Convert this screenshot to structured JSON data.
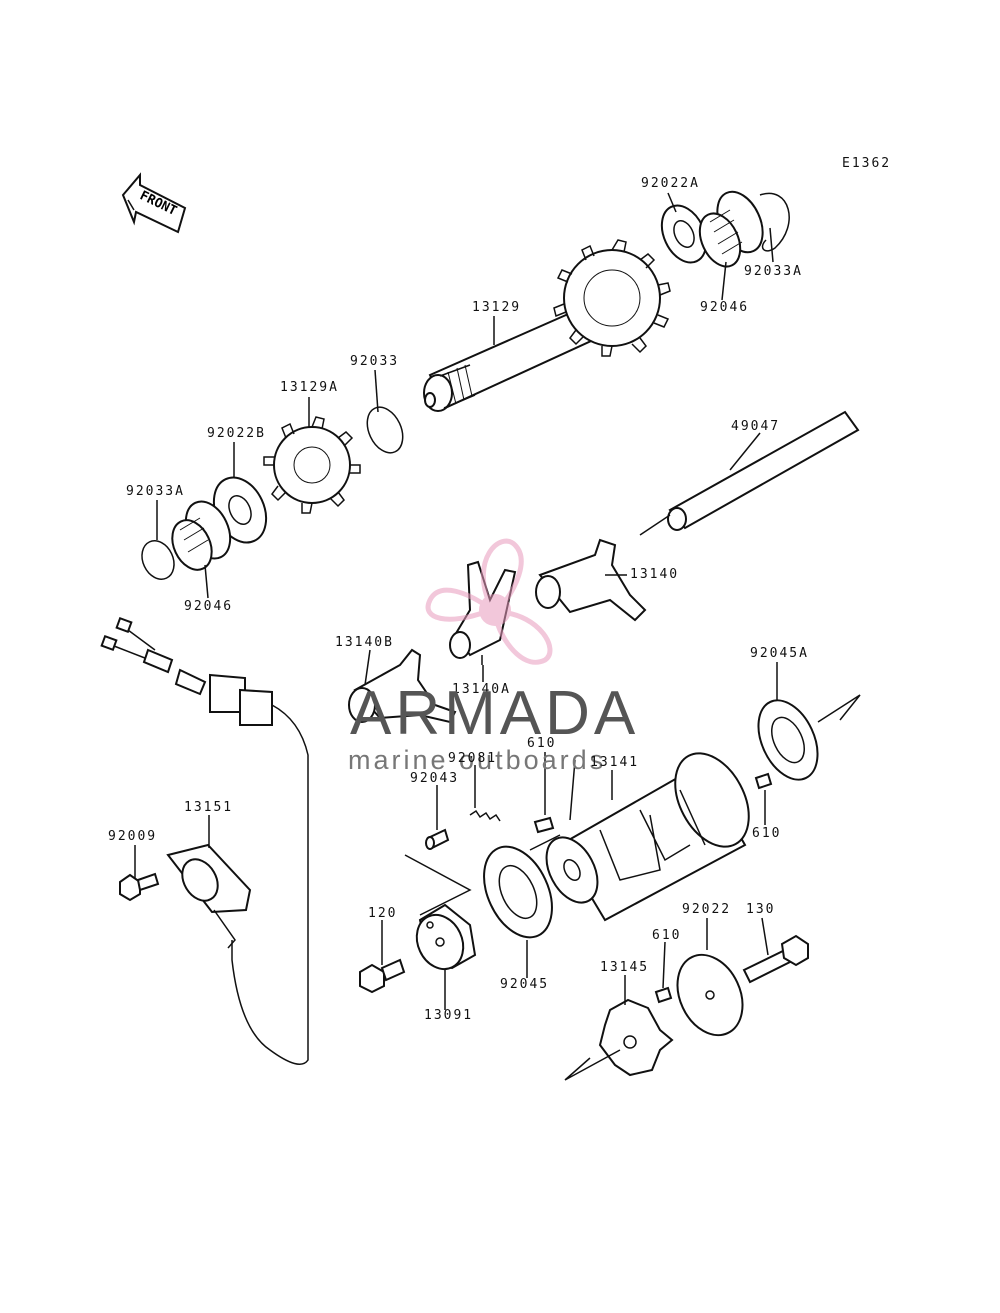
{
  "diagram": {
    "code": "E1362",
    "front_label": "FRONT",
    "watermark": {
      "title": "ARMADA",
      "subtitle": "marine outboards",
      "color": "#e89bbd"
    },
    "labels": {
      "p92022A": "92022A",
      "p92033A_top": "92033A",
      "p92046_top": "92046",
      "p13129": "13129",
      "p92033": "92033",
      "p13129A": "13129A",
      "p92022B": "92022B",
      "p92033A_left": "92033A",
      "p92046_left": "92046",
      "p49047": "49047",
      "p13140": "13140",
      "p13140B": "13140B",
      "p13140A": "13140A",
      "p92045A": "92045A",
      "p610_mid": "610",
      "p92081": "92081",
      "p92043": "92043",
      "p13141": "13141",
      "p610_right": "610",
      "p13151": "13151",
      "p92009": "92009",
      "p120": "120",
      "p13091": "13091",
      "p92045": "92045",
      "p92022": "92022",
      "p130": "130",
      "p610_low": "610",
      "p13145": "13145"
    }
  }
}
